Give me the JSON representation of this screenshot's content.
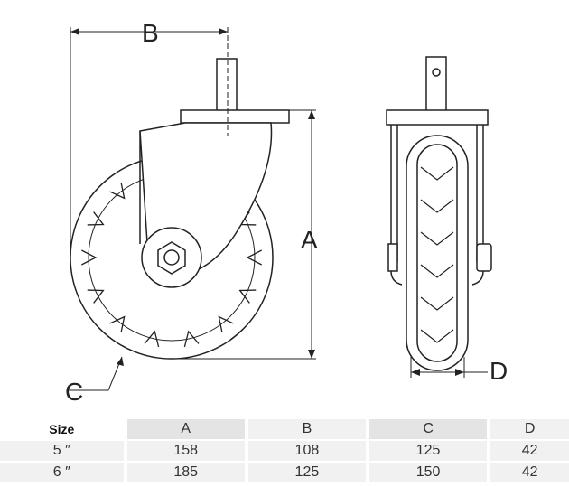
{
  "diagram": {
    "labels": {
      "a": "A",
      "b": "B",
      "c": "C",
      "d": "D"
    }
  },
  "table": {
    "headers": [
      "Size",
      "A",
      "B",
      "C",
      "D"
    ],
    "rows": [
      [
        "5 ″",
        "158",
        "108",
        "125",
        "42"
      ],
      [
        "6 ″",
        "185",
        "125",
        "150",
        "42"
      ]
    ]
  }
}
